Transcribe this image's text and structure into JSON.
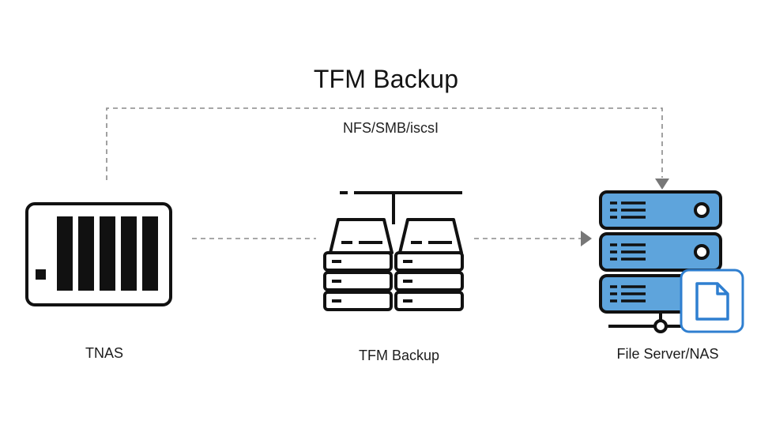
{
  "diagram": {
    "title": "TFM Backup",
    "protocol_label": "NFS/SMB/iscsI",
    "nodes": {
      "tnas": {
        "label": "TNAS",
        "icon": "nas-device-icon"
      },
      "tfm_backup": {
        "label": "TFM Backup",
        "icon": "backup-servers-icon"
      },
      "file_server": {
        "label": "File Server/NAS",
        "icon": "server-rack-icon"
      }
    },
    "colors": {
      "stroke": "#111111",
      "server_fill": "#5ea4dc",
      "server_accent": "#1f6fb6",
      "connector": "#8a8a8a",
      "doc_badge_border": "#2f7fd0"
    }
  }
}
